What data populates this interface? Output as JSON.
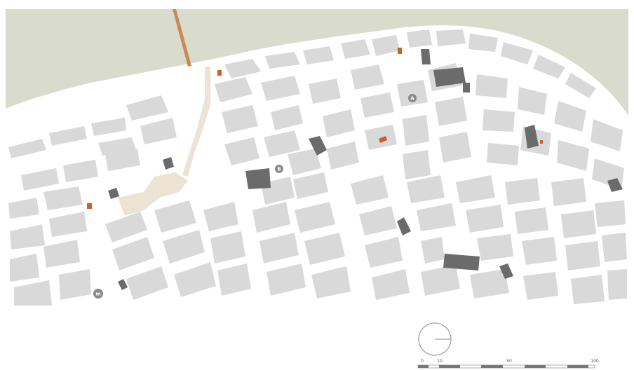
{
  "map": {
    "colors": {
      "background": "#ffffff",
      "water": "#d9dbcd",
      "building": "#d9d9d9",
      "landmark": "#6b6b6b",
      "highlight": "#c9612a",
      "bridge": "#c98a55",
      "plaza": "#efe7d8",
      "marker": "#8a8a8a"
    },
    "markers": {
      "a": "A",
      "b": "B",
      "m": "m"
    },
    "legend": {
      "north_arrow": "north-arrow",
      "scale_labels": [
        "0",
        "10",
        "50",
        "100"
      ]
    }
  }
}
